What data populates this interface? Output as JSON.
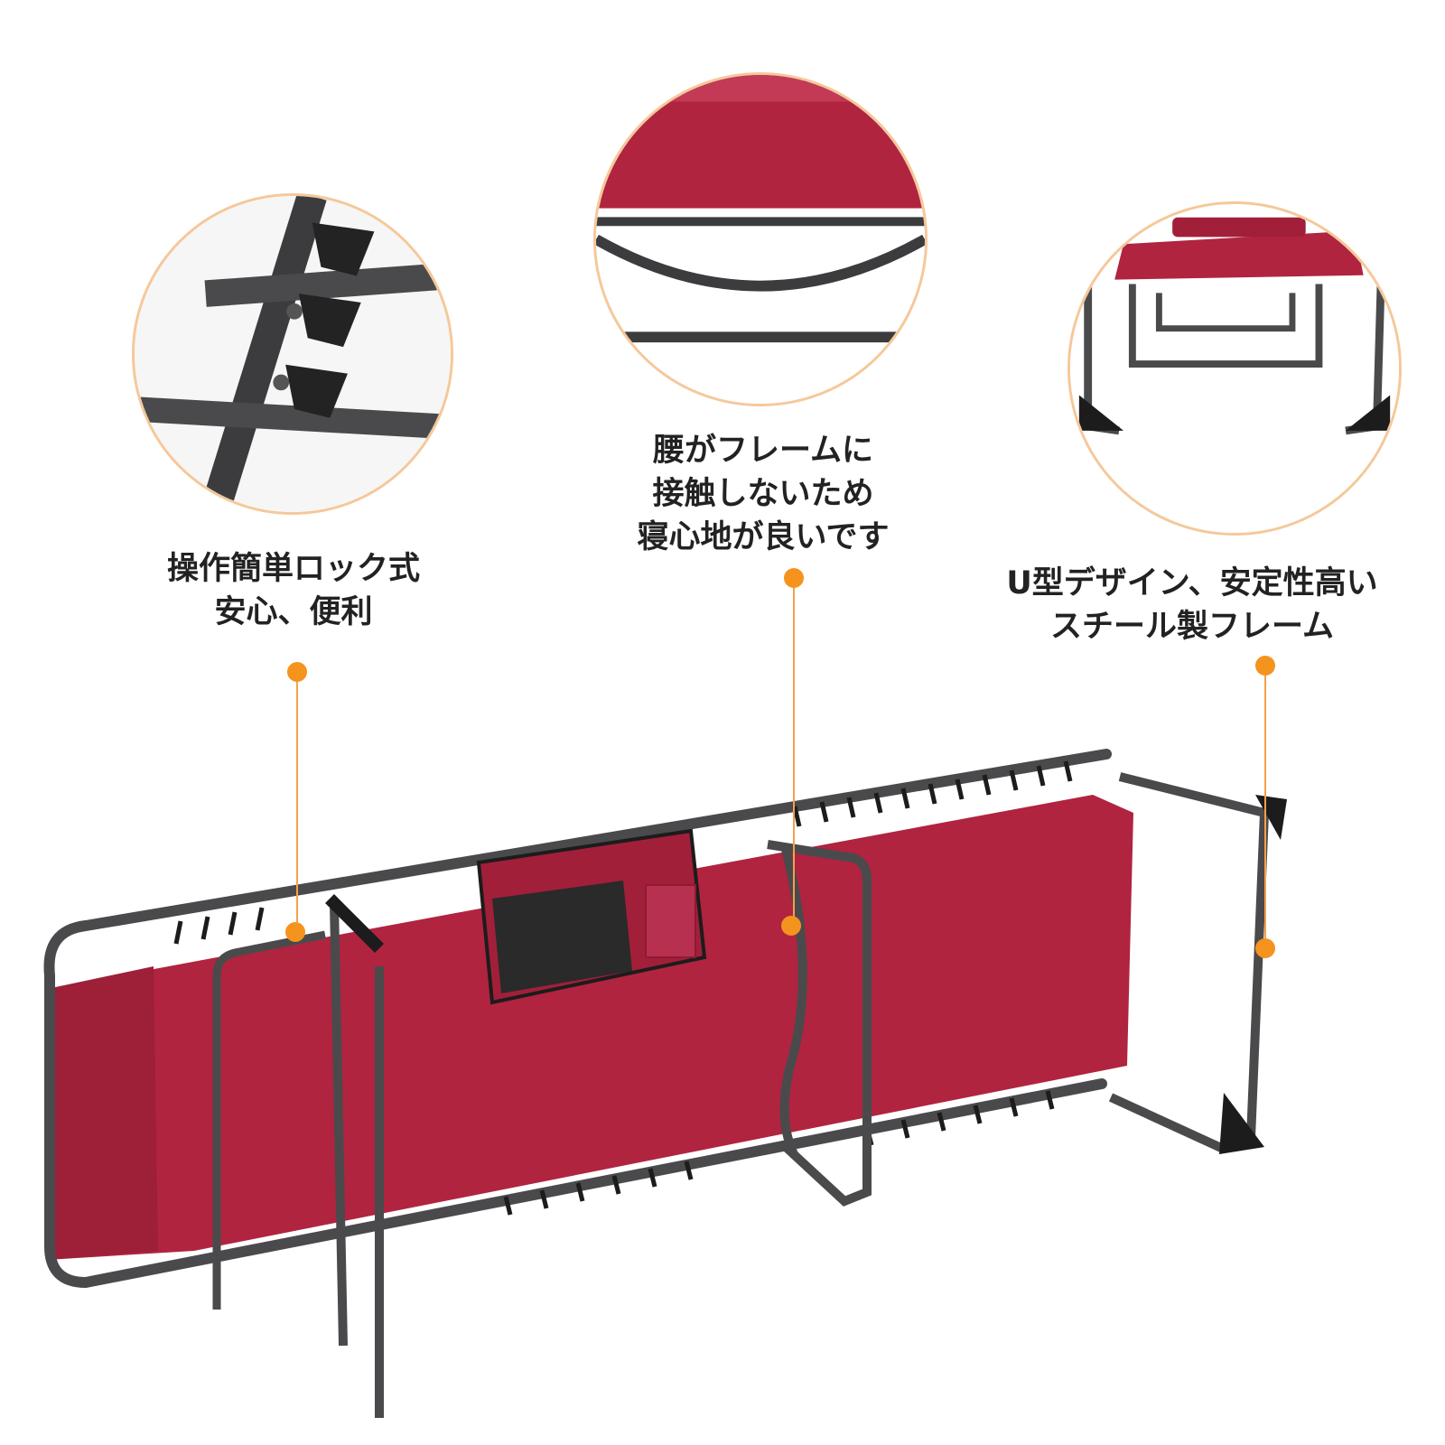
{
  "features": [
    {
      "id": "lock",
      "lines": [
        "操作簡単ロック式",
        "安心、便利"
      ]
    },
    {
      "id": "waist",
      "lines": [
        "腰がフレームに",
        "接触しないため",
        "寝心地が良いです"
      ]
    },
    {
      "id": "frame",
      "lines": [
        "U型デザイン、安定性高い",
        "スチール製フレーム"
      ]
    }
  ],
  "colors": {
    "fabric": "#b0243f",
    "fabric_dark": "#8e1a31",
    "frame": "#4a4a4c",
    "accent": "#f5931f",
    "ring": "#f5c89a"
  }
}
